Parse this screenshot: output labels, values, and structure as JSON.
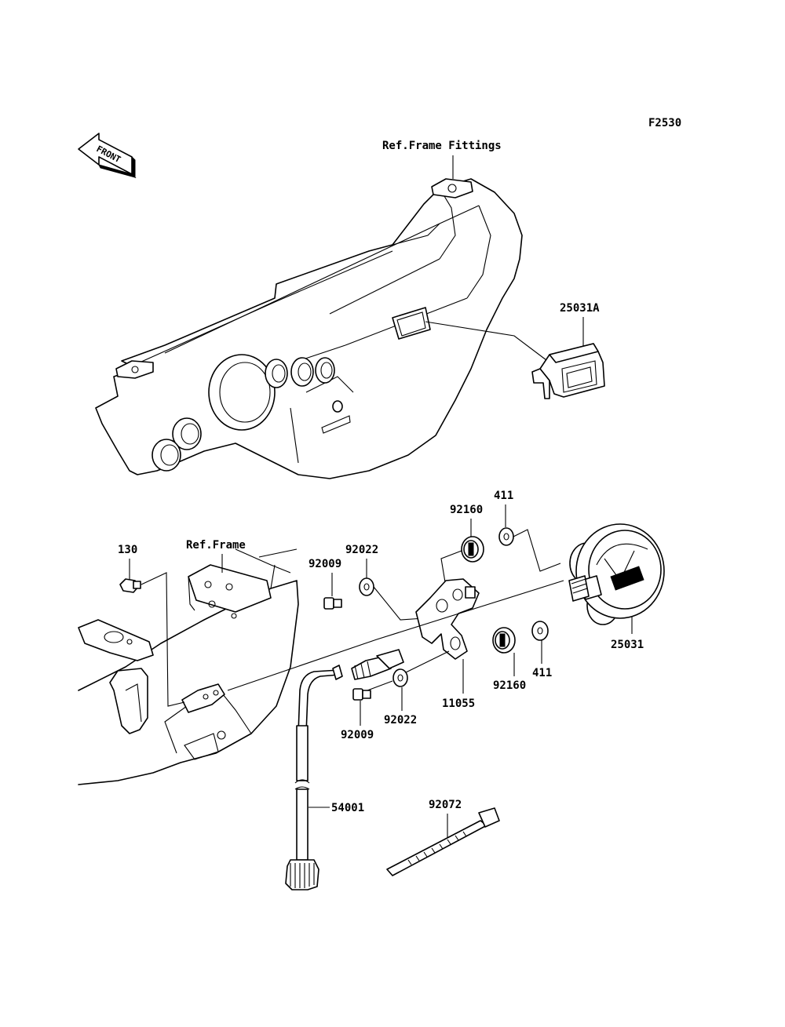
{
  "figure_code": "F2530",
  "front_indicator": "FRONT",
  "ref_labels": {
    "frame_fittings": "Ref.Frame Fittings",
    "frame": "Ref.Frame"
  },
  "part_numbers": {
    "indicator_lamp": "25031A",
    "meter": "25031",
    "grommet_top": "92160",
    "grommet_bottom": "92160",
    "washer_top": "411",
    "washer_bottom": "411",
    "washer_92022_top": "92022",
    "washer_92022_bottom": "92022",
    "screw_top": "92009",
    "screw_bottom": "92009",
    "nut": "130",
    "bracket": "11055",
    "cable": "54001",
    "clamp_band": "92072"
  }
}
